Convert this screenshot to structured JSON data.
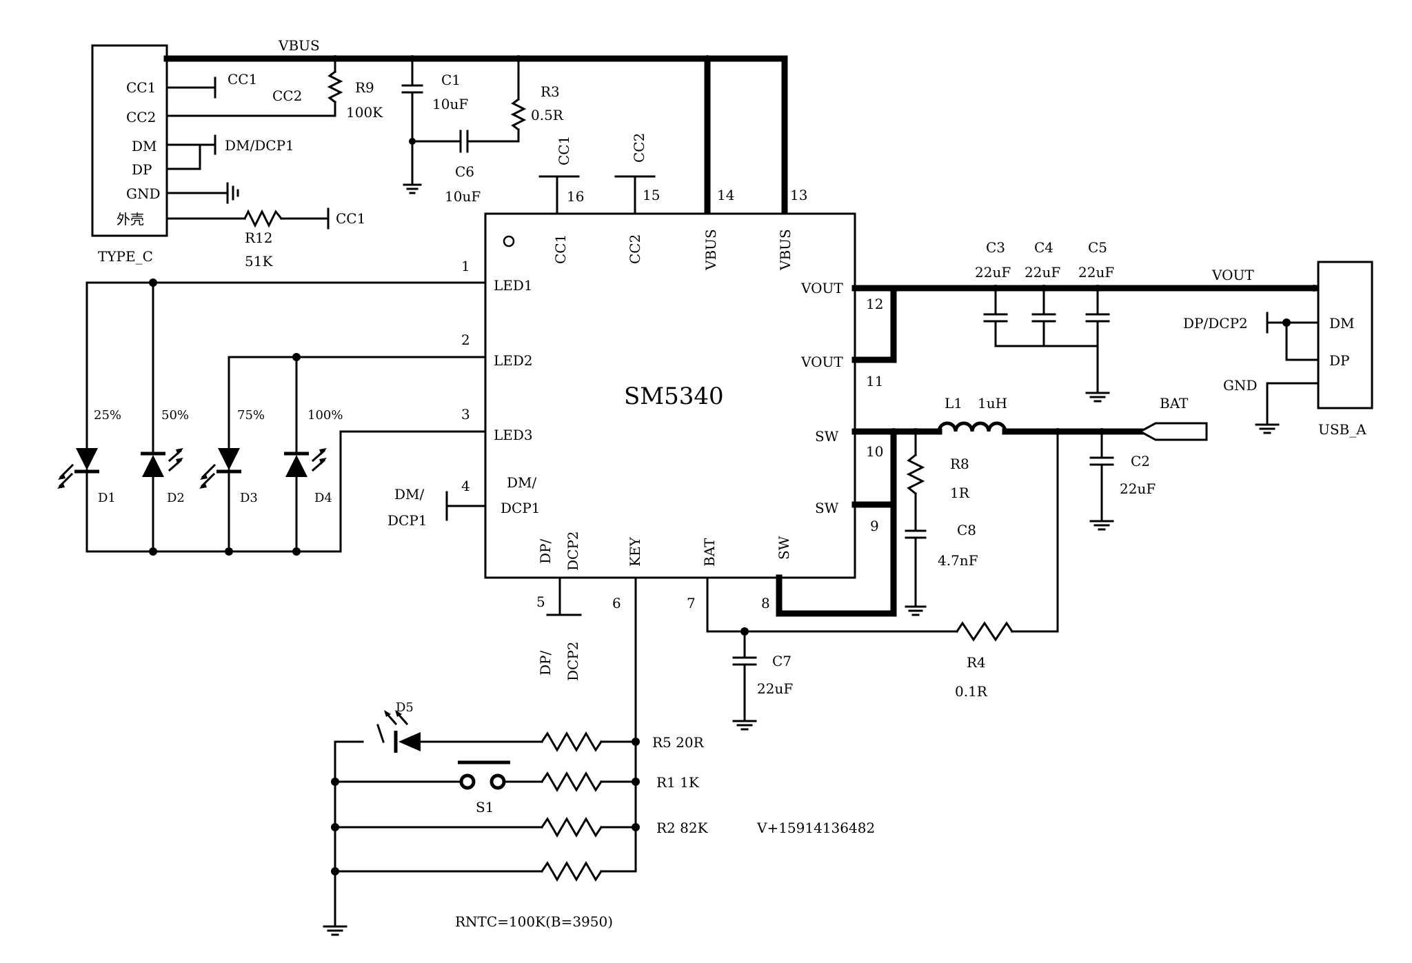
{
  "chip": {
    "name": "SM5340"
  },
  "net": {
    "vbus": "VBUS",
    "vout": "VOUT",
    "bat": "BAT"
  },
  "typec": {
    "name": "TYPE_C",
    "pins": [
      "CC1",
      "CC2",
      "DM",
      "DP",
      "GND",
      "外壳"
    ],
    "cc1_stub": "CC1",
    "cc2_net": "CC2",
    "dm_stub": "DM/DCP1",
    "shell_stub": "CC1"
  },
  "usba": {
    "name": "USB_A",
    "pins": [
      "DM",
      "DP"
    ],
    "stub": "DP/DCP2",
    "gnd": "GND"
  },
  "pins_left": [
    {
      "num": "1",
      "name": "LED1"
    },
    {
      "num": "2",
      "name": "LED2"
    },
    {
      "num": "3",
      "name": "LED3"
    },
    {
      "num": "4",
      "name1": "DM/",
      "name2": "DCP1",
      "ext1": "DM/",
      "ext2": "DCP1"
    }
  ],
  "pins_top": [
    {
      "num": "16",
      "name": "CC1",
      "ext": "CC1"
    },
    {
      "num": "15",
      "name": "CC2",
      "ext": "CC2"
    },
    {
      "num": "14",
      "name": "VBUS"
    },
    {
      "num": "13",
      "name": "VBUS"
    }
  ],
  "pins_right": [
    {
      "num": "12",
      "name": "VOUT"
    },
    {
      "num": "11",
      "name": "VOUT"
    },
    {
      "num": "10",
      "name": "SW"
    },
    {
      "num": "9",
      "name": "SW"
    }
  ],
  "pins_bottom": [
    {
      "num": "5",
      "name1": "DP/",
      "name2": "DCP2",
      "ext1": "DP/",
      "ext2": "DCP2"
    },
    {
      "num": "6",
      "name": "KEY"
    },
    {
      "num": "7",
      "name": "BAT"
    },
    {
      "num": "8",
      "name": "SW"
    }
  ],
  "parts": {
    "R9": {
      "ref": "R9",
      "val": "100K"
    },
    "C1": {
      "ref": "C1",
      "val": "10uF"
    },
    "R3": {
      "ref": "R3",
      "val": "0.5R"
    },
    "C6": {
      "ref": "C6",
      "val": "10uF"
    },
    "R12": {
      "ref": "R12",
      "val": "51K"
    },
    "C3": {
      "ref": "C3",
      "val": "22uF"
    },
    "C4": {
      "ref": "C4",
      "val": "22uF"
    },
    "C5": {
      "ref": "C5",
      "val": "22uF"
    },
    "L1": {
      "ref": "L1",
      "val": "1uH"
    },
    "R8": {
      "ref": "R8",
      "val": "1R"
    },
    "C8": {
      "ref": "C8",
      "val": "4.7nF"
    },
    "C2": {
      "ref": "C2",
      "val": "22uF"
    },
    "C7": {
      "ref": "C7",
      "val": "22uF"
    },
    "R4": {
      "ref": "R4",
      "val": "0.1R"
    },
    "R5": {
      "label": "R5  20R"
    },
    "R1": {
      "label": "R1  1K"
    },
    "R2": {
      "label": "R2  82K"
    },
    "S1": {
      "ref": "S1"
    },
    "D5": {
      "ref": "D5"
    }
  },
  "leds": [
    {
      "ref": "D1",
      "pct": "25%"
    },
    {
      "ref": "D2",
      "pct": "50%"
    },
    {
      "ref": "D3",
      "pct": "75%"
    },
    {
      "ref": "D4",
      "pct": "100%"
    }
  ],
  "notes": {
    "phone": "V+15914136482",
    "rntc": "RNTC=100K(B=3950)"
  }
}
